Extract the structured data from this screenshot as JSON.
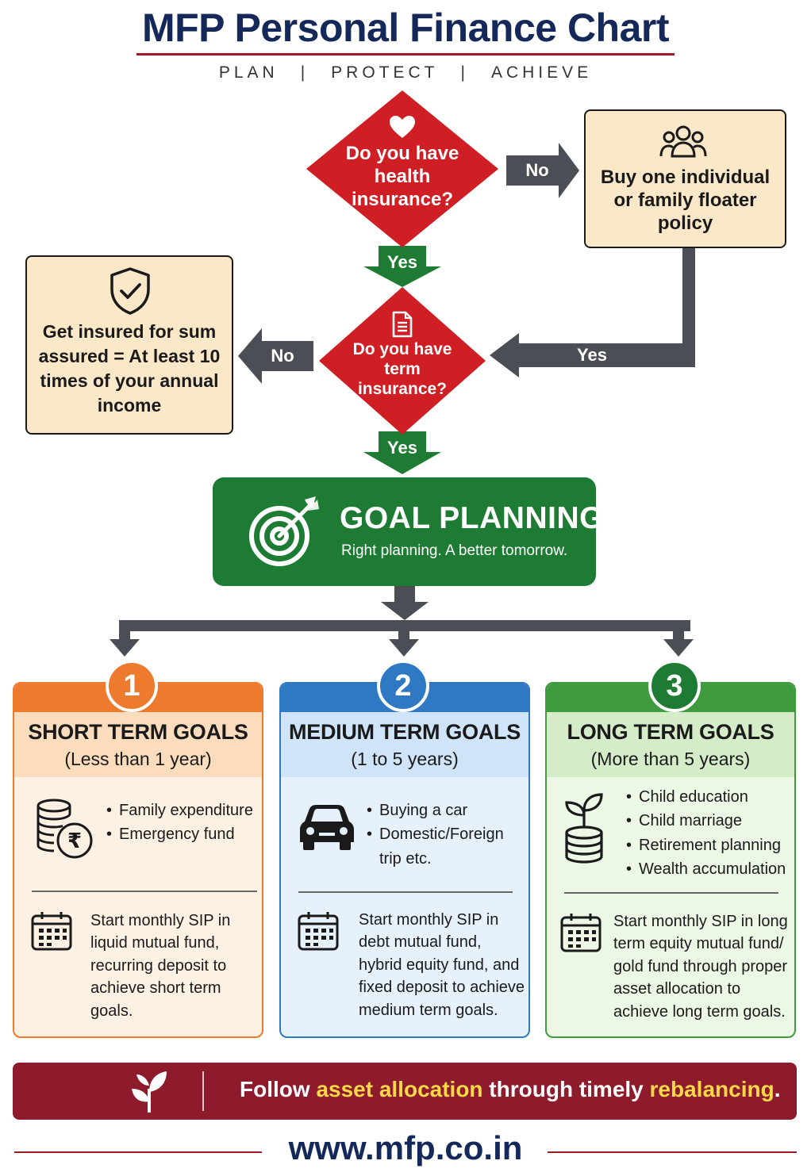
{
  "header": {
    "title": "MFP Personal Finance Chart",
    "tagline": [
      "PLAN",
      "PROTECT",
      "ACHIEVE"
    ],
    "separator": "|"
  },
  "flow": {
    "q1": {
      "text": "Do you have health insurance?",
      "icon": "heart-icon",
      "no_label": "No",
      "yes_label": "Yes"
    },
    "health_no_action": {
      "text": "Buy one individual or family floater policy",
      "icon": "family-icon",
      "yes_label": "Yes"
    },
    "q2": {
      "text": "Do you have term insurance?",
      "icon": "document-icon",
      "no_label": "No",
      "yes_label": "Yes"
    },
    "term_no_action": {
      "text": "Get insured for sum assured = At least 10 times of your annual income",
      "icon": "shield-check-icon"
    }
  },
  "goal_planning": {
    "title": "GOAL PLANNING",
    "subtitle": "Right planning. A better tomorrow.",
    "icon": "target-arrow-icon"
  },
  "goals": [
    {
      "number": "1",
      "title": "SHORT TERM GOALS",
      "range": "(Less than 1 year)",
      "icon": "coins-rupee-icon",
      "bullets": [
        "Family expenditure",
        "Emergency fund"
      ],
      "sip_icon": "calendar-icon",
      "sip_text": "Start monthly SIP in liquid mutual fund, recurring deposit to achieve short term goals.",
      "color": "#ee7a2e"
    },
    {
      "number": "2",
      "title": "MEDIUM TERM GOALS",
      "range": "(1 to 5 years)",
      "icon": "car-icon",
      "bullets": [
        "Buying a car",
        "Domestic/Foreign trip etc."
      ],
      "sip_icon": "calendar-icon",
      "sip_text": "Start monthly SIP in debt mutual fund, hybrid equity fund, and fixed deposit to achieve medium term goals.",
      "color": "#2f78c4"
    },
    {
      "number": "3",
      "title": "LONG TERM GOALS",
      "range": "(More than 5 years)",
      "icon": "plant-coins-icon",
      "bullets": [
        "Child education",
        "Child marriage",
        "Retirement planning",
        "Wealth accumulation"
      ],
      "sip_icon": "calendar-icon",
      "sip_text": "Start monthly SIP in long term equity mutual fund/ gold fund through proper asset allocation to achieve long term goals.",
      "color": "#3f9b3e"
    }
  ],
  "footer": {
    "banner_prefix": "Follow ",
    "banner_hl1": "asset allocation",
    "banner_mid": " through timely ",
    "banner_hl2": "rebalancing",
    "banner_suffix": ".",
    "banner_icon": "sprout-icon",
    "url": "www.mfp.co.in"
  },
  "colors": {
    "navy": "#14295a",
    "maroon": "#8e1b2b",
    "red_diamond": "#cf1f25",
    "green": "#1e7b33",
    "arrow_gray": "#4b4f55",
    "tan": "#fbe8c8",
    "highlight": "#ffd84a"
  }
}
